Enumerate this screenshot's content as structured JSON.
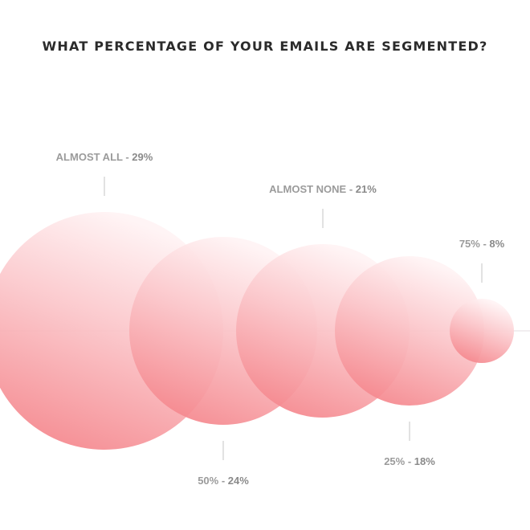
{
  "chart_data": {
    "type": "bubble",
    "title": "WHAT PERCENTAGE OF YOUR EMAILS ARE SEGMENTED?",
    "series": [
      {
        "label": "ALMOST ALL",
        "value": 29,
        "display": "29%",
        "position": "top"
      },
      {
        "label": "50%",
        "value": 24,
        "display": "24%",
        "position": "bottom"
      },
      {
        "label": "ALMOST NONE",
        "value": 21,
        "display": "21%",
        "position": "top"
      },
      {
        "label": "25%",
        "value": 18,
        "display": "18%",
        "position": "bottom"
      },
      {
        "label": "75%",
        "value": 8,
        "display": "8%",
        "position": "top"
      }
    ],
    "label_separator": " - ",
    "colors": {
      "bubble_light": "#fff3f4",
      "bubble_dark": "#f58a90",
      "axis": "#e6dde0",
      "label_name": "#9b9b9b",
      "label_value": "#8a8a8a",
      "title": "#2b2b2b"
    }
  }
}
